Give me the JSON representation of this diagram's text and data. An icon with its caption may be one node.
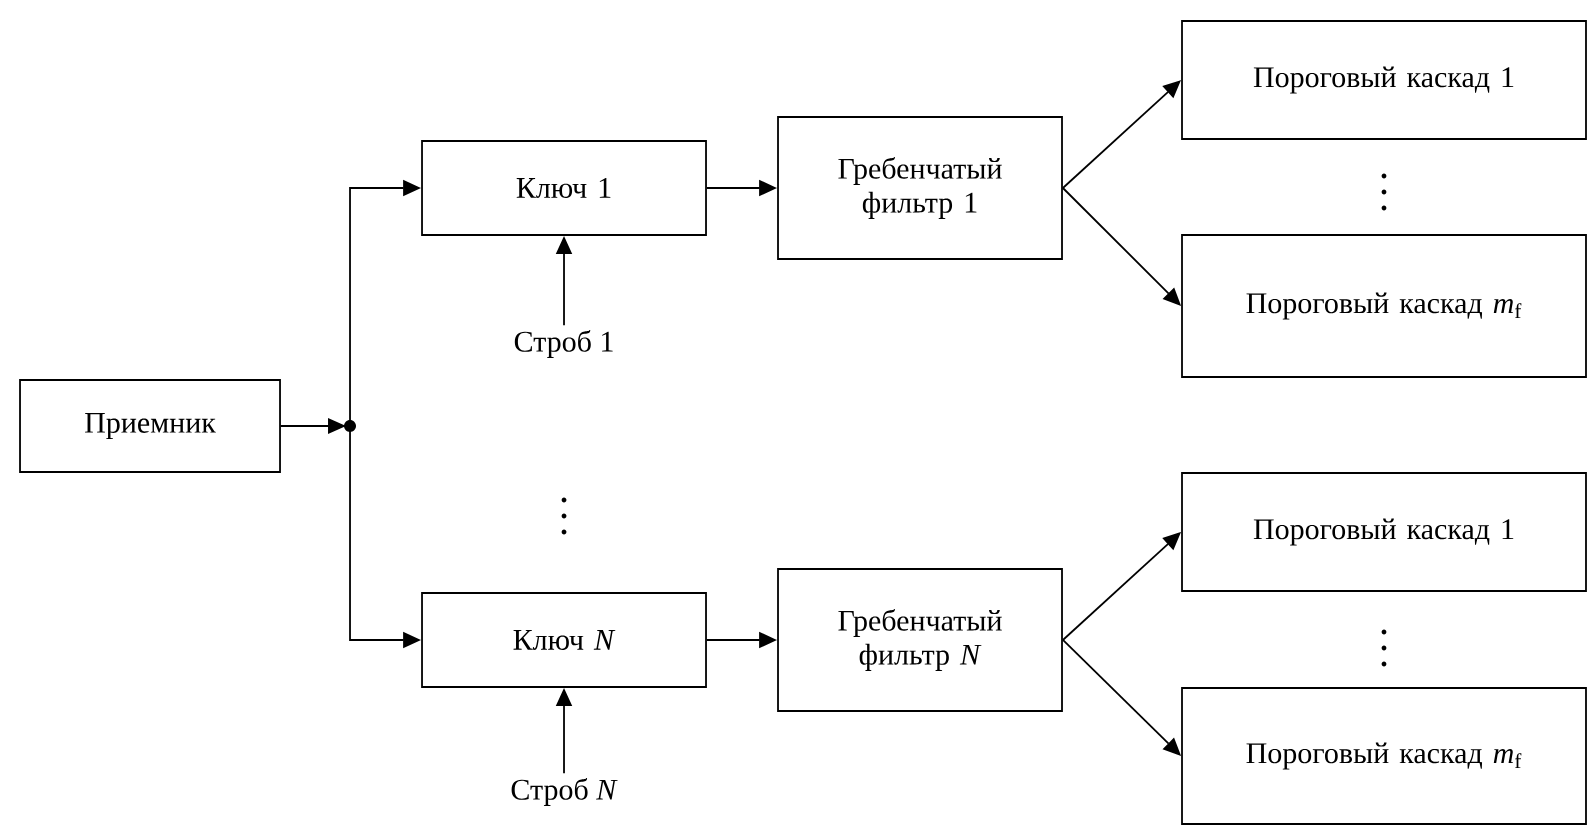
{
  "diagram": {
    "nodes": [
      {
        "text": [
          "Приемник"
        ]
      },
      {
        "text": [
          "Ключ 1"
        ]
      },
      {
        "text": [
          "Строб 1"
        ]
      },
      {
        "text": [
          "Гребенчатый фильтр 1"
        ]
      },
      {
        "text": [
          "Пороговый каскад 1"
        ]
      },
      {
        "text": [
          "Пороговый каскад *m*$_{f}$"
        ]
      },
      {
        "text": [
          "Ключ *N*"
        ]
      },
      {
        "text": [
          "Строб *N*"
        ]
      },
      {
        "text": [
          "Гребенчатый фильтр *N*"
        ]
      },
      {
        "text": [
          "Пороговый каскад 1"
        ]
      },
      {
        "text": [
          "Пороговый каскад *m*$_{f}$"
        ]
      }
    ],
    "edges": [
      {
        "from": 0,
        "to": 1,
        "arrow": "to"
      },
      {
        "from": 0,
        "to": 6,
        "arrow": "to"
      },
      {
        "from": 2,
        "to": 1,
        "arrow": "to"
      },
      {
        "from": 1,
        "to": 3,
        "arrow": "to"
      },
      {
        "from": 3,
        "to": 4,
        "arrow": "to"
      },
      {
        "from": 3,
        "to": 5,
        "arrow": "to"
      },
      {
        "from": 7,
        "to": 6,
        "arrow": "to"
      },
      {
        "from": 6,
        "to": 8,
        "arrow": "to"
      },
      {
        "from": 8,
        "to": 9,
        "arrow": "to"
      },
      {
        "from": 8,
        "to": 10,
        "arrow": "to"
      }
    ]
  }
}
